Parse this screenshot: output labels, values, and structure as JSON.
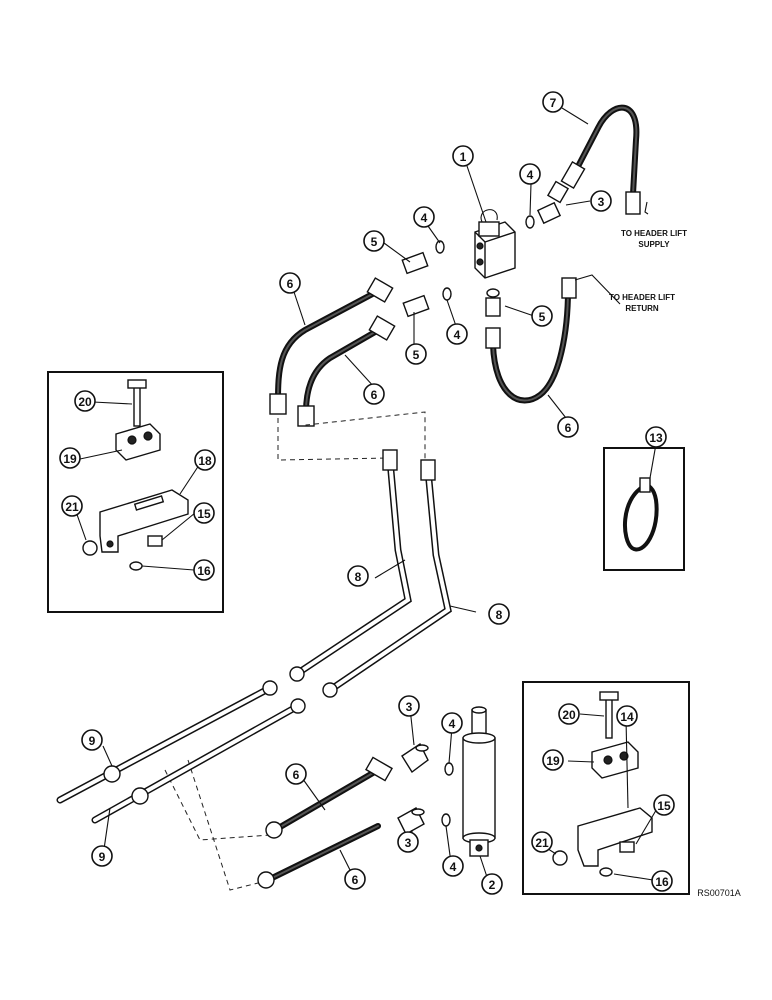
{
  "labels": {
    "header_lift_supply": [
      "TO HEADER LIFT",
      "SUPPLY"
    ],
    "header_lift_return": [
      "TO HEADER LIFT",
      "RETURN"
    ]
  },
  "reference_code": "RS00701A",
  "callouts": {
    "c1": "1",
    "c2": "2",
    "c3a": "3",
    "c3b": "3",
    "c3c": "3",
    "c4a": "4",
    "c4b": "4",
    "c4c": "4",
    "c4d": "4",
    "c4e": "4",
    "c5a": "5",
    "c5b": "5",
    "c5c": "5",
    "c6a": "6",
    "c6b": "6",
    "c6c": "6",
    "c6d": "6",
    "c6e": "6",
    "c7": "7",
    "c8a": "8",
    "c8b": "8",
    "c9a": "9",
    "c9b": "9",
    "c13": "13",
    "c14": "14",
    "c15a": "15",
    "c15b": "15",
    "c16a": "16",
    "c16b": "16",
    "c18": "18",
    "c19a": "19",
    "c19b": "19",
    "c20a": "20",
    "c20b": "20",
    "c21a": "21",
    "c21b": "21"
  }
}
